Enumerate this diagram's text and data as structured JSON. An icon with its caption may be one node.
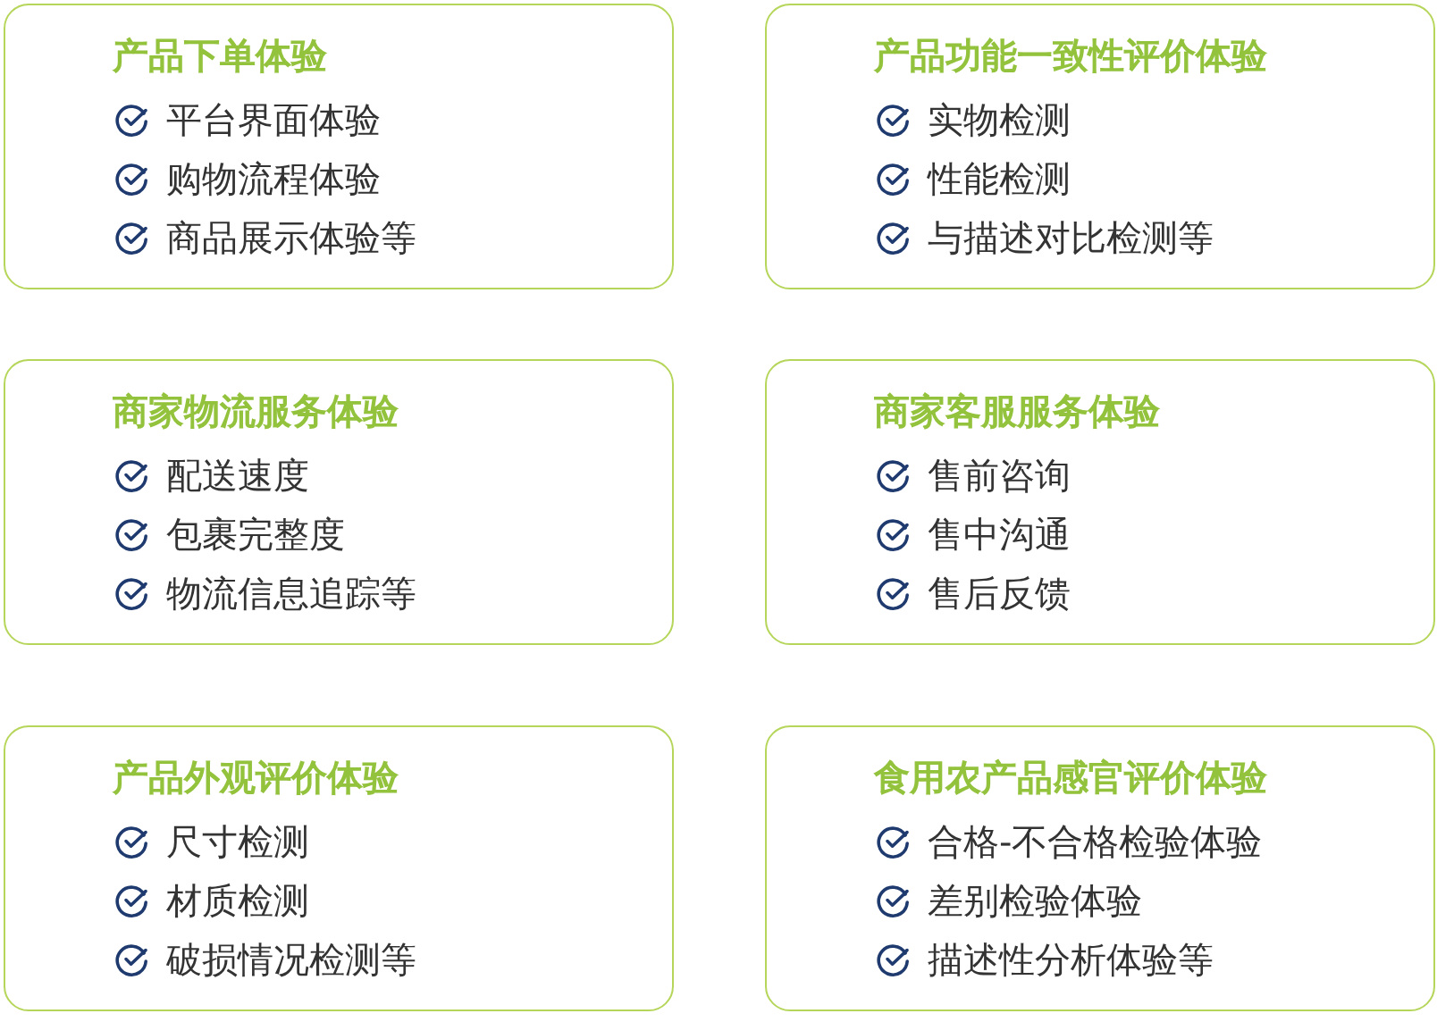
{
  "diagram": {
    "nodes": [
      {
        "text": [
          "产品下单体验",
          "平台界面体验",
          "购物流程体验",
          "商品展示体验等"
        ]
      },
      {
        "text": [
          "产品功能一致性评价体验",
          "实物检测",
          "性能检测",
          "与描述对比检测等"
        ]
      },
      {
        "text": [
          "商家物流服务体验",
          "配送速度",
          "包裹完整度",
          "物流信息追踪等"
        ]
      },
      {
        "text": [
          "商家客服服务体验",
          "售前咨询",
          "售中沟通",
          "售后反馈"
        ]
      },
      {
        "text": [
          "产品外观评价体验",
          "尺寸检测",
          "材质检测",
          "破损情况检测等"
        ]
      },
      {
        "text": [
          "食用农产品感官评价体验",
          "合格-不合格检验体验",
          "差别检验体验",
          "描述性分析体验等"
        ]
      }
    ]
  }
}
